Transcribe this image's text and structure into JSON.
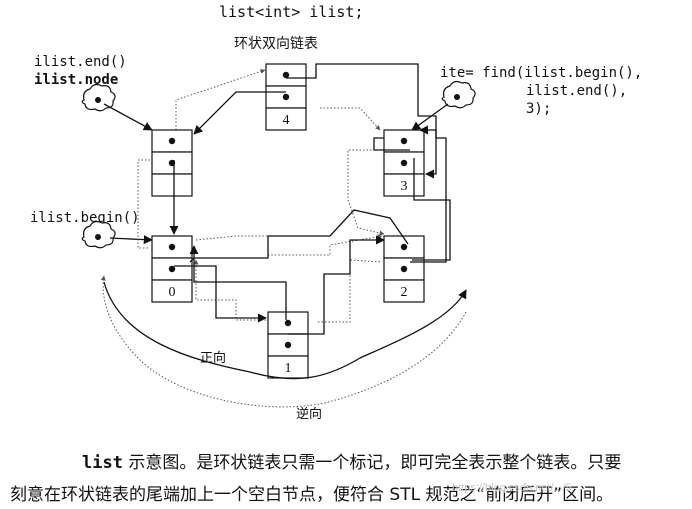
{
  "diagram": {
    "code_title": "list<int> ilist;",
    "subtitle": "环状双向链表",
    "label_end": "ilist.end()",
    "label_node": "ilist.node",
    "label_begin": "ilist.begin()",
    "code_find_line1": "ite= find(ilist.begin(),",
    "code_find_line2": "ilist.end(),",
    "code_find_line3": "3);",
    "forward_label": "正向",
    "reverse_label": "逆向",
    "nodes": [
      {
        "value": "4"
      },
      {
        "value": ""
      },
      {
        "value": "3"
      },
      {
        "value": "0"
      },
      {
        "value": "2"
      },
      {
        "value": "1"
      }
    ]
  },
  "caption": {
    "line1_code": "list",
    "line1_text": " 示意图。是环状链表只需一个标记，即可完全表示整个链表。只要",
    "line2_text": "刻意在环状链表的尾端加上一个空白节点，便符合 STL 规范之“前闭后开”区间。"
  },
  "watermark": "https://blog.csdn.net/.../5"
}
